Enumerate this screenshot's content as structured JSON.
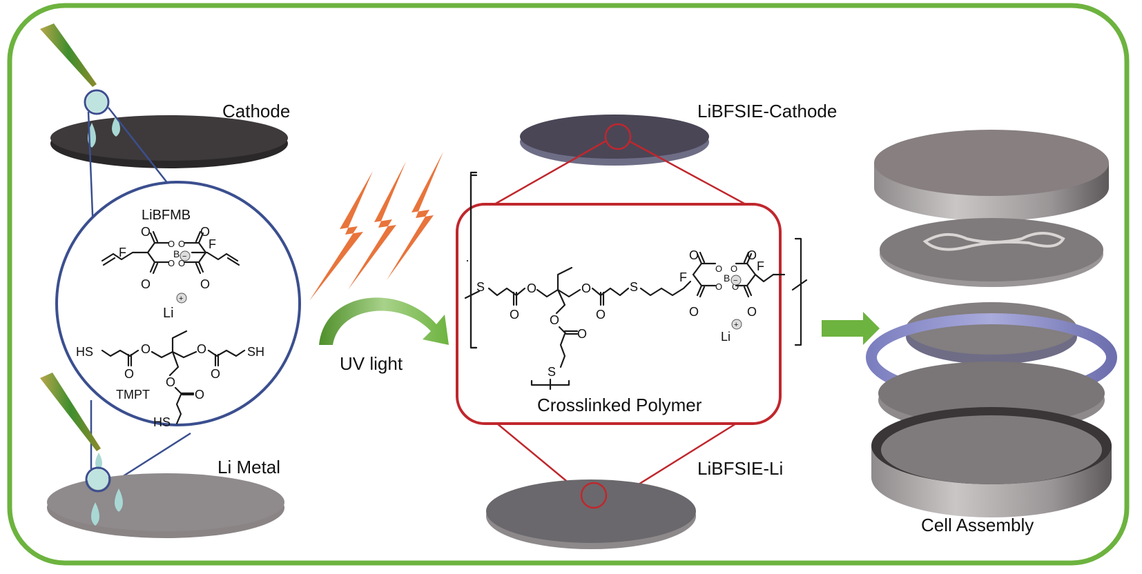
{
  "figure": {
    "frame_color": "#6db33f",
    "labels": {
      "cathode": "Cathode",
      "li_metal": "Li Metal",
      "uv_light": "UV light",
      "libfsie_cathode": "LiBFSIE-Cathode",
      "libfsie_li": "LiBFSIE-Li",
      "crosslinked_polymer": "Crosslinked Polymer",
      "cell_assembly": "Cell Assembly"
    },
    "monomers": {
      "salt_name": "LiBFMB",
      "thiol_name": "TMPT",
      "atoms": {
        "O": "O",
        "F": "F",
        "B": "B",
        "Li": "Li",
        "HS": "HS",
        "SH": "SH",
        "S": "S",
        "minus": "−",
        "plus": "+"
      }
    },
    "colors": {
      "zoom_circle_left": "#3b4f8f",
      "zoom_box_right": "#c0272d",
      "lightning": "#e8743b",
      "arrow": "#6db33f",
      "droplet": "#a9d8d4",
      "cathode_disc": "#3a3637",
      "li_disc": "#8f8a8c",
      "coated_cathode_disc": "#4a4656",
      "coated_li_disc": "#6e6c70",
      "coin_cell_steel": "#8a8586",
      "gasket": "#8d8fc9"
    }
  }
}
